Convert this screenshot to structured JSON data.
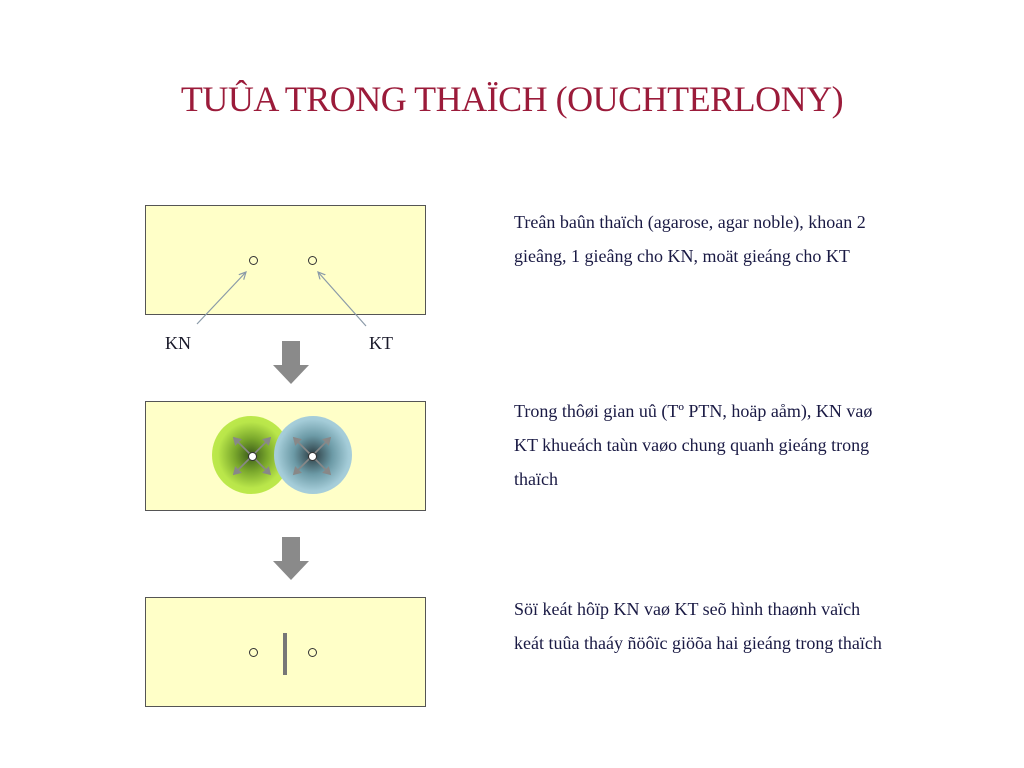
{
  "title": "TUÛA TRONG THAÏCH (OUCHTERLONY)",
  "labels": {
    "kn": "KN",
    "kt": "KT"
  },
  "steps": [
    {
      "text": "Treân baûn thaïch (agarose, agar noble), khoan 2 gieâng, 1 gieâng cho KN, moät gieáng cho KT"
    },
    {
      "text": "Trong thôøi gian uû (Tº PTN, hoäp aåm), KN vaø KT khueách taùn vaøo chung quanh gieáng trong thaïch"
    },
    {
      "text": "Söï keát hôïp KN vaø KT seõ hình thaønh vaïch keát tuûa thaáy ñöôïc giöõa hai gieáng trong thaïch"
    }
  ],
  "colors": {
    "title": "#9b1b3a",
    "gel": "#ffffc8",
    "antigen_zone": "#b9e64a",
    "antibody_zone": "#a4ccd8",
    "arrow": "#8a8a8a"
  },
  "icons": {
    "step_arrow": "down-arrow-icon",
    "pointer": "pointer-arrow-icon"
  }
}
